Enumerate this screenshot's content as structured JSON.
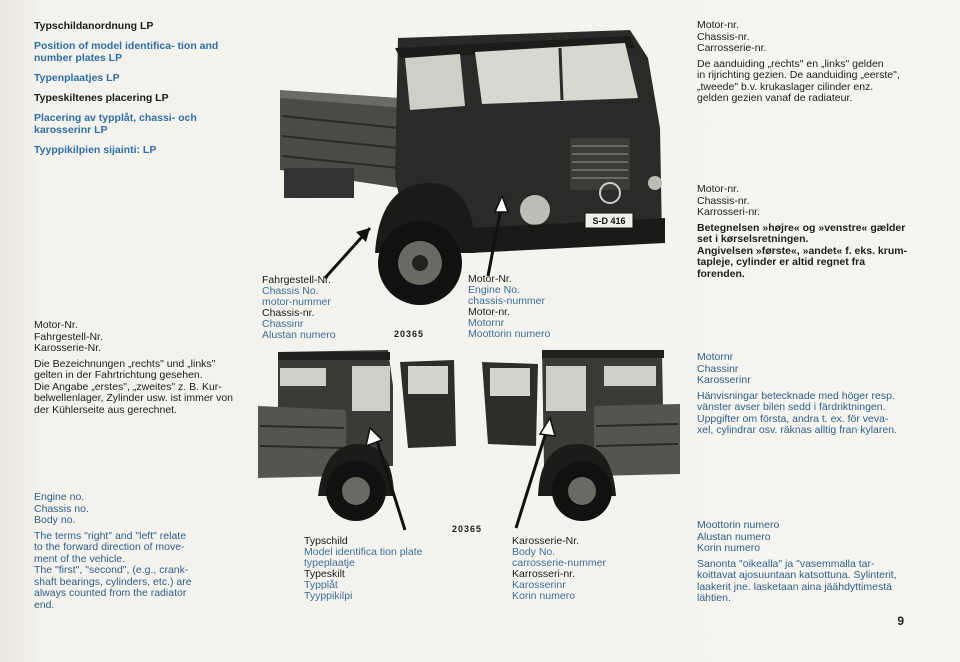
{
  "lp_list": [
    {
      "text": "Typschildanordnung LP",
      "color": "black"
    },
    {
      "text": "Position of model identifica- tion and number plates LP",
      "color": "blue"
    },
    {
      "text": "Typenplaatjes LP",
      "color": "blue"
    },
    {
      "text": "Typeskiltenes placering LP",
      "color": "black"
    },
    {
      "text": "Placering av typplåt, chassi- och karosserinr LP",
      "color": "blue"
    },
    {
      "text": "Tyyppikilpien sijainti: LP",
      "color": "blue"
    }
  ],
  "dutch": {
    "l1": "Motor-nr.",
    "l2": "Chassis-nr.",
    "l3": "Carrosserie-nr.",
    "p1": "De aanduiding „rechts\" en „links\" gelden",
    "p2": "in rijrichting gezien. De aanduiding „eerste\",",
    "p3": "„tweede\" b.v. krukaslager cilinder enz.",
    "p4": "gelden gezien vanaf de radiateur."
  },
  "danish": {
    "l1": "Motor-nr.",
    "l2": "Chassis-nr.",
    "l3": "Karrosseri-nr.",
    "p1": "Betegnelsen »højre« og »venstre« gælder",
    "p2": "set i kørselsretningen.",
    "p3": "Angivelsen »første«, »andet« f. eks. krum-",
    "p4": "tapleje, cylinder er altid regnet fra forenden."
  },
  "german": {
    "l1": "Motor-Nr.",
    "l2": "Fahrgestell-Nr.",
    "l3": "Karosserie-Nr.",
    "p1": "Die Bezeichnungen „rechts\" und „links\"",
    "p2": "gelten in der Fahrtrichtung gesehen.",
    "p3": "Die Angabe „erstes\", „zweites\" z. B. Kur-",
    "p4": "belwellenlager, Zylinder usw. ist immer von",
    "p5": "der Kühlerseite aus gerechnet."
  },
  "swedish": {
    "l1": "Motornr",
    "l2": "Chassinr",
    "l3": "Karosserinr",
    "p1": "Hänvisningar betecknade med höger resp.",
    "p2": "vänster avser bilen sedd i färdriktningen.",
    "p3": "Uppgifter om första, andra t. ex. för veva-",
    "p4": "xel, cylindrar osv. räknas alltig fran kylaren."
  },
  "english": {
    "l1": "Engine no.",
    "l2": "Chassis no.",
    "l3": "Body no.",
    "p1": "The terms \"right\" and \"left\" relate",
    "p2": "to the forward direction of move-",
    "p3": "ment of the vehicle.",
    "p4": "The \"first\", \"second\", (e.g., crank-",
    "p5": "shaft bearings, cylinders, etc.) are",
    "p6": "always counted from the radiator",
    "p7": "end."
  },
  "finnish": {
    "l1": "Moottorin numero",
    "l2": "Alustan numero",
    "l3": "Korin numero",
    "p1": "Sanonta \"oikealla\" ja \"vasemmalla tar-",
    "p2": "koittavat ajosuuntaan katsottuna. Sylinterit,",
    "p3": "laakerit jne. lasketaan aina jäähdyttimestä",
    "p4": "lähtien."
  },
  "fig1": {
    "number": "20365",
    "plate": "S-D 416",
    "chassis_label": {
      "l1": "Fahrgestell-Nr.",
      "l2": "Chassis No.",
      "l3": "motor-nummer",
      "l4": "Chassis-nr.",
      "l5": "Chassinr",
      "l6": "Alustan numero"
    },
    "engine_label": {
      "l1": "Motor-Nr.",
      "l2": "Engine No.",
      "l3": "chassis-nummer",
      "l4": "Motor-nr.",
      "l5": "Motornr",
      "l6": "Moottorin numero"
    }
  },
  "fig2": {
    "number": "20365",
    "typschild_label": {
      "l1": "Typschild",
      "l2": "Model identifica  tion plate",
      "l3": "typeplaatje",
      "l4": "Typeskilt",
      "l5": "Typplåt",
      "l6": "Tyyppikilpi"
    },
    "body_label": {
      "l1": "Karosserie-Nr.",
      "l2": "Body No.",
      "l3": "carrosserie-nummer",
      "l4": "Karrosseri-nr.",
      "l5": "Karosserinr",
      "l6": "Korin numero"
    }
  },
  "page_number": "9"
}
